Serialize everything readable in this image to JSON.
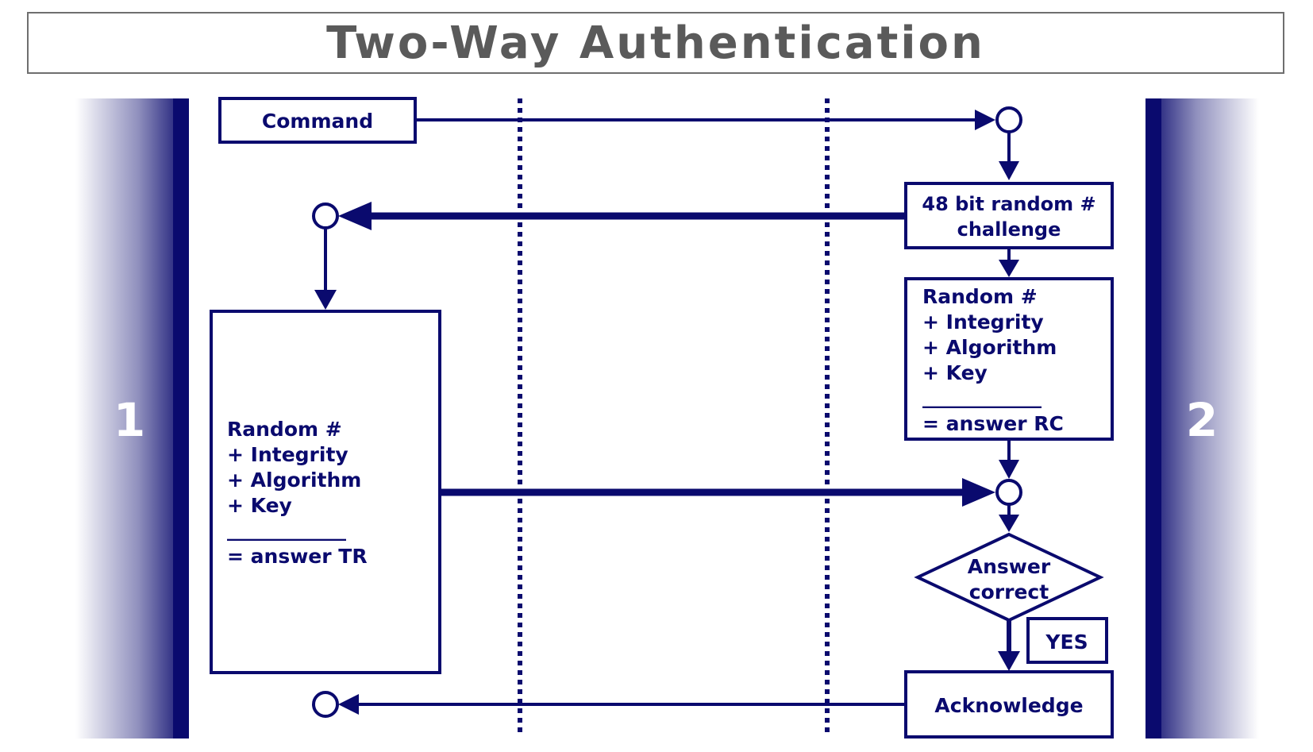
{
  "title": "Two-Way Authentication",
  "colors": {
    "navy": "#0a0a6e",
    "title_text": "#5a5a5a",
    "title_border": "#6f6f6f",
    "background": "#ffffff"
  },
  "parties": {
    "left_label": "1",
    "right_label": "2"
  },
  "boxes": {
    "command": "Command",
    "challenge_line1": "48 bit random #",
    "challenge_line2": "challenge",
    "rc_lines": [
      "Random #",
      "+ Integrity",
      "+ Algorithm",
      "+ Key",
      "____________",
      "= answer RC"
    ],
    "tr_lines": [
      "Random #",
      "+ Integrity",
      "+ Algorithm",
      "+ Key",
      "____________",
      "= answer TR"
    ],
    "decision_line1": "Answer",
    "decision_line2": "correct",
    "yes": "YES",
    "acknowledge": "Acknowledge"
  }
}
